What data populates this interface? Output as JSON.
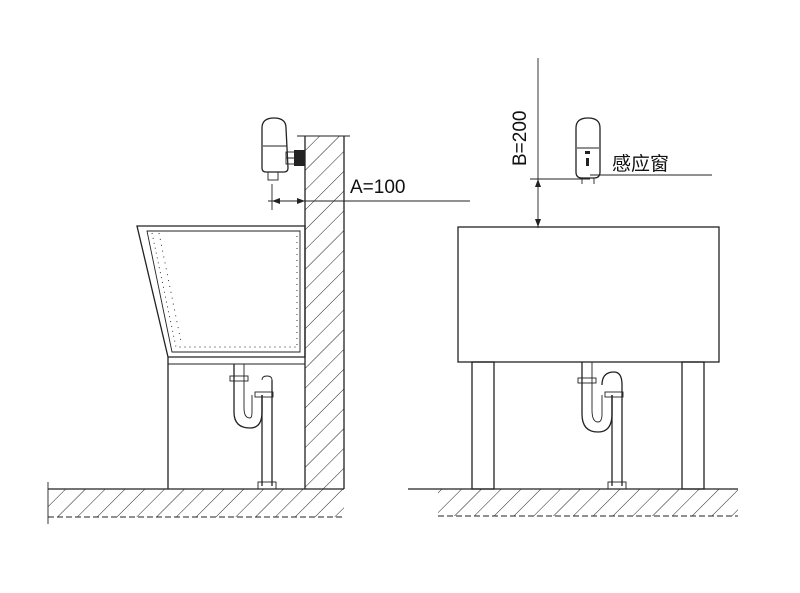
{
  "labels": {
    "dim_a": "A=100",
    "dim_b": "B=200",
    "sensor_window": "感应窗"
  },
  "colors": {
    "line": "#222222",
    "background": "#ffffff"
  }
}
